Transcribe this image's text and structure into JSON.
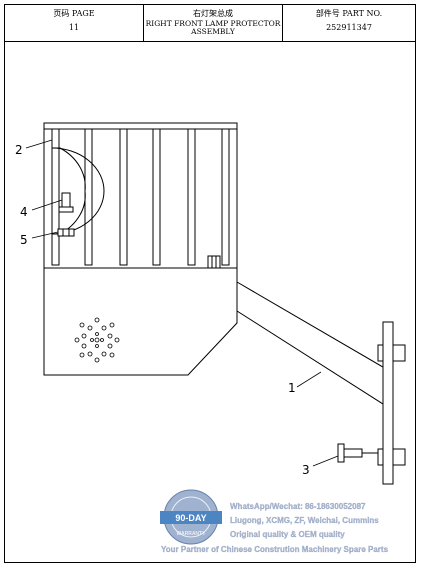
{
  "header": {
    "page_label": "页码 PAGE",
    "page_number": "11",
    "title_cn": "右灯架总成",
    "title_en": "RIGHT FRONT LAMP PROTECTOR ASSEMBLY",
    "part_label": "部件号 PART NO.",
    "part_number": "252911347"
  },
  "callouts": {
    "c1": "1",
    "c2": "2",
    "c3": "3",
    "c4": "4",
    "c5": "5"
  },
  "watermark": {
    "line1": "WhatsApp/Wechat: 86-18630052087",
    "line2": "Liugong, XCMG, ZF, Weichai, Cummins",
    "line3": "Original quality & OEM quality",
    "line4": "Your Partner of Chinese Constrution Machinery Spare Parts",
    "badge_top": "90-DAY",
    "badge_word": "WARRANTY",
    "accent_color": "#2f6fb8"
  }
}
